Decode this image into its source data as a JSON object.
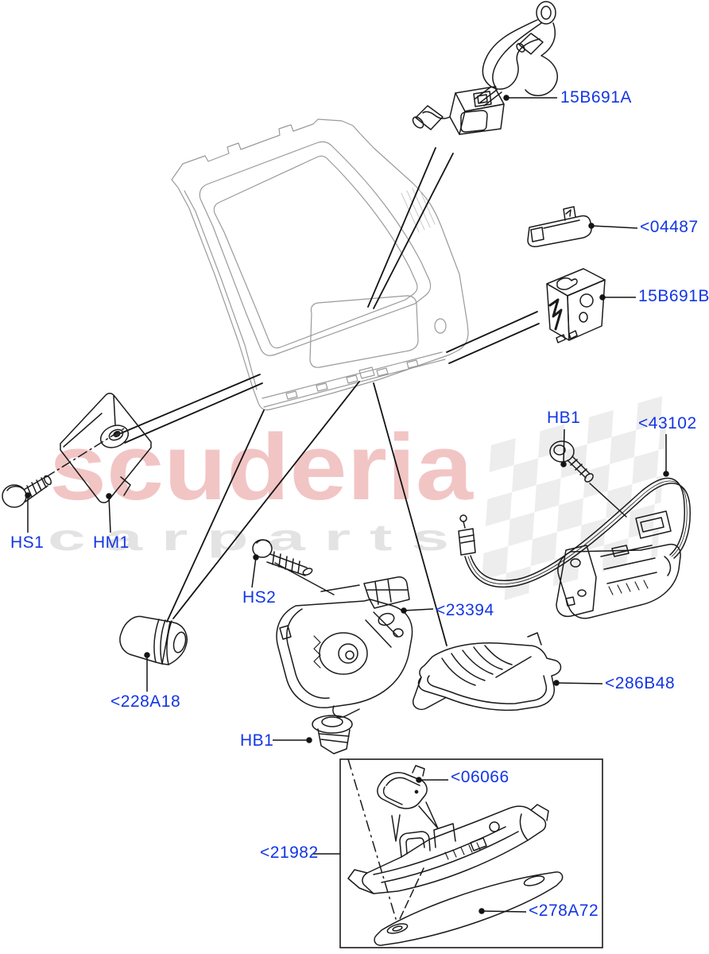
{
  "page": {
    "background": "#ffffff"
  },
  "palette": {
    "label_blue": "#1336e4",
    "part_line": "#1b1b1b",
    "tailgate_line": "#9a9a9a",
    "watermark_pink": "#f2c5c5",
    "watermark_gray": "#e3e3e3",
    "flag_gray": "#ededed"
  },
  "watermark": {
    "brand": "scuderia",
    "subtitle": "c a r   p a r t s"
  },
  "labels": [
    {
      "key": "15B691A",
      "text": "15B691A"
    },
    {
      "key": "04487",
      "text": "<04487"
    },
    {
      "key": "15B691B",
      "text": "15B691B"
    },
    {
      "key": "HB1-upper",
      "text": "HB1"
    },
    {
      "key": "43102",
      "text": "<43102"
    },
    {
      "key": "HS1",
      "text": "HS1"
    },
    {
      "key": "HM1",
      "text": "HM1"
    },
    {
      "key": "HS2",
      "text": "HS2"
    },
    {
      "key": "23394",
      "text": "<23394"
    },
    {
      "key": "228A18",
      "text": "<228A18"
    },
    {
      "key": "286B48",
      "text": "<286B48"
    },
    {
      "key": "HB1-lower",
      "text": "HB1"
    },
    {
      "key": "06066",
      "text": "<06066"
    },
    {
      "key": "21982",
      "text": "<21982"
    },
    {
      "key": "278A72",
      "text": "<278A72"
    }
  ]
}
